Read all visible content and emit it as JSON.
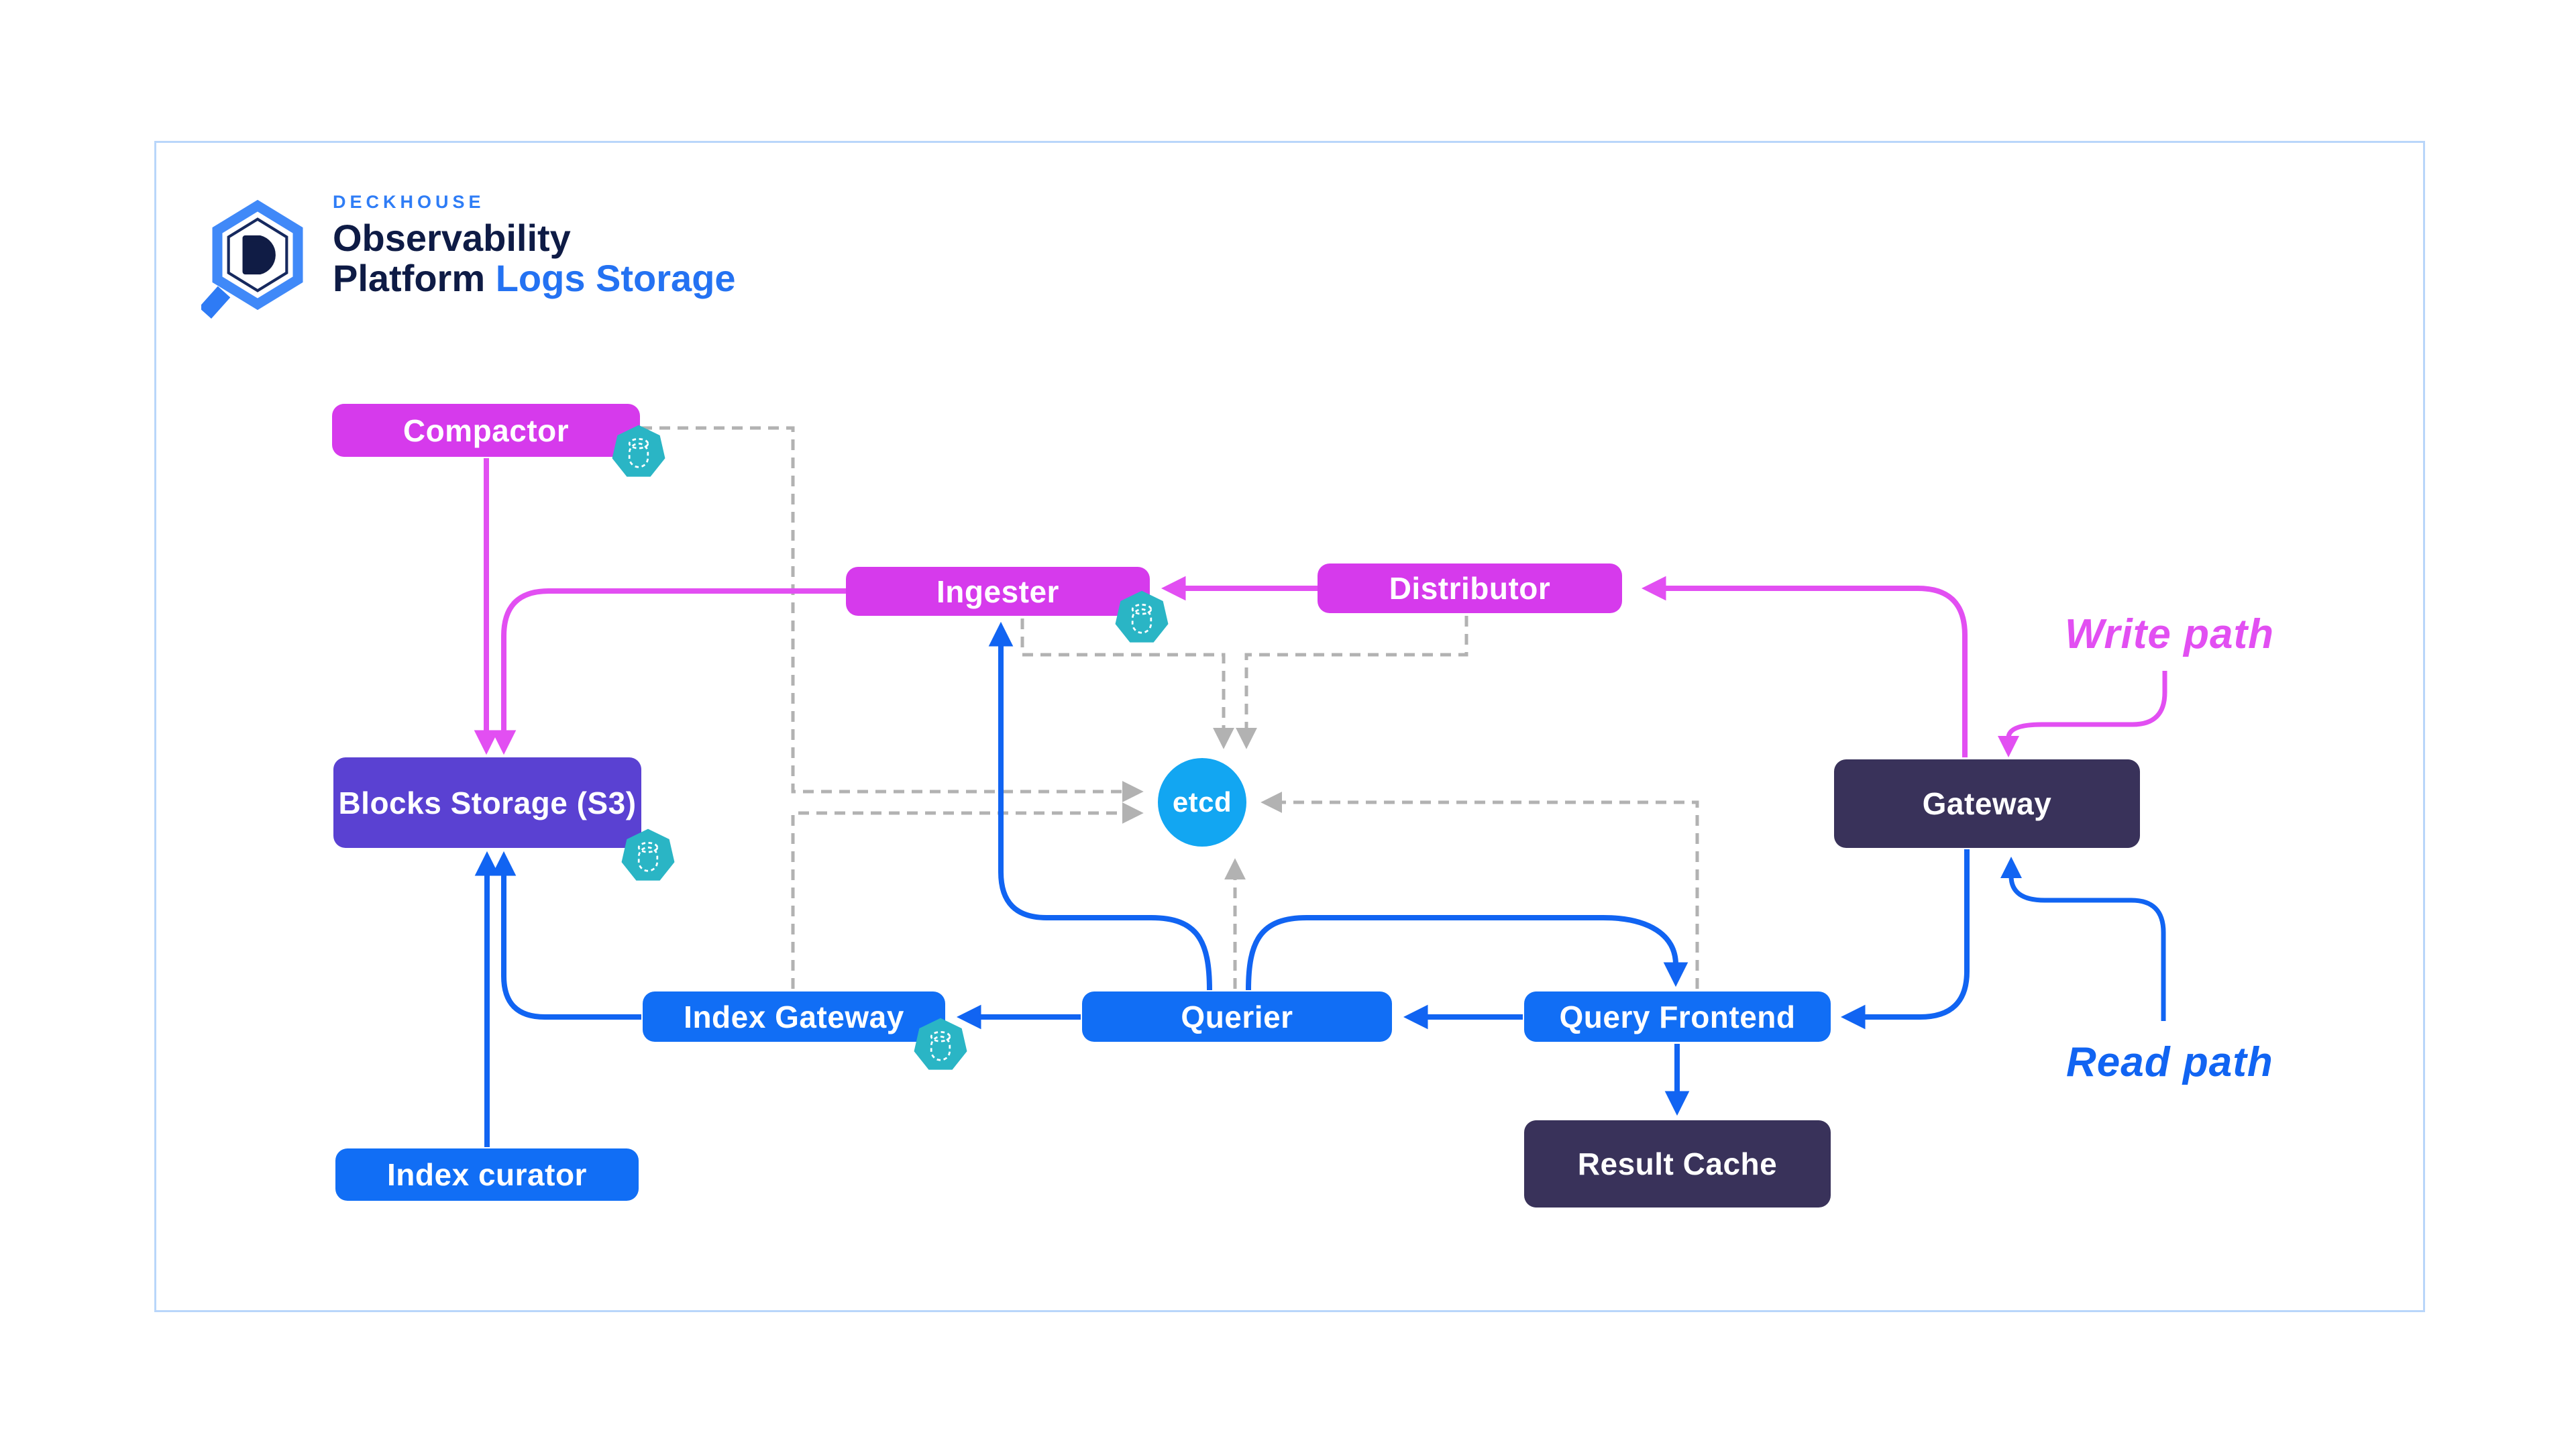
{
  "logo": {
    "brand": "DECKHOUSE",
    "title_line1": "Observability",
    "title_line2": "Platform",
    "subtitle": "Logs Storage"
  },
  "legend": {
    "write_label": "Write path",
    "read_label": "Read path"
  },
  "nodes": {
    "compactor": {
      "label": "Compactor",
      "role": "write"
    },
    "ingester": {
      "label": "Ingester",
      "role": "write"
    },
    "distributor": {
      "label": "Distributor",
      "role": "write"
    },
    "blocks_storage": {
      "label": "Blocks Storage (S3)",
      "role": "storage"
    },
    "etcd": {
      "label": "etcd",
      "role": "key-value store"
    },
    "gateway": {
      "label": "Gateway",
      "role": "infra"
    },
    "index_gateway": {
      "label": "Index Gateway",
      "role": "read"
    },
    "querier": {
      "label": "Querier",
      "role": "read"
    },
    "query_frontend": {
      "label": "Query Frontend",
      "role": "read"
    },
    "index_curator": {
      "label": "Index curator",
      "role": "read"
    },
    "result_cache": {
      "label": "Result Cache",
      "role": "infra"
    }
  },
  "edges": [
    {
      "from": "gateway",
      "to": "distributor",
      "kind": "write"
    },
    {
      "from": "distributor",
      "to": "ingester",
      "kind": "write"
    },
    {
      "from": "ingester",
      "to": "blocks_storage",
      "kind": "write"
    },
    {
      "from": "compactor",
      "to": "blocks_storage",
      "kind": "write"
    },
    {
      "from": "gateway",
      "to": "query_frontend",
      "kind": "read"
    },
    {
      "from": "query_frontend",
      "to": "querier",
      "kind": "read"
    },
    {
      "from": "query_frontend",
      "to": "result_cache",
      "kind": "read"
    },
    {
      "from": "querier",
      "to": "index_gateway",
      "kind": "read"
    },
    {
      "from": "querier",
      "to": "ingester",
      "kind": "read"
    },
    {
      "from": "querier",
      "to": "query_frontend",
      "kind": "read"
    },
    {
      "from": "index_gateway",
      "to": "blocks_storage",
      "kind": "read"
    },
    {
      "from": "index_curator",
      "to": "blocks_storage",
      "kind": "read"
    },
    {
      "from": "compactor",
      "to": "etcd",
      "kind": "internal"
    },
    {
      "from": "index_gateway",
      "to": "etcd",
      "kind": "internal"
    },
    {
      "from": "ingester",
      "to": "etcd",
      "kind": "internal"
    },
    {
      "from": "distributor",
      "to": "etcd",
      "kind": "internal"
    },
    {
      "from": "querier",
      "to": "etcd",
      "kind": "internal"
    },
    {
      "from": "query_frontend",
      "to": "etcd",
      "kind": "internal"
    }
  ],
  "icons": {
    "badge": "persistent-storage-badge",
    "logo": "deckhouse-hexagon-magnifier"
  },
  "colors": {
    "write-box": "#d63aec",
    "write-line": "#e24ff2",
    "read-box": "#116ef5",
    "read-line": "#1164f2",
    "storage-box": "#5a41d2",
    "infra-box": "#39325a",
    "kv-box": "#12a6f2",
    "dashed": "#b2b2b2",
    "teal": "#2ab5c5",
    "navy": "#0e1b45",
    "brand-blue": "#2f7df6",
    "frame": "#b9d6fa"
  }
}
